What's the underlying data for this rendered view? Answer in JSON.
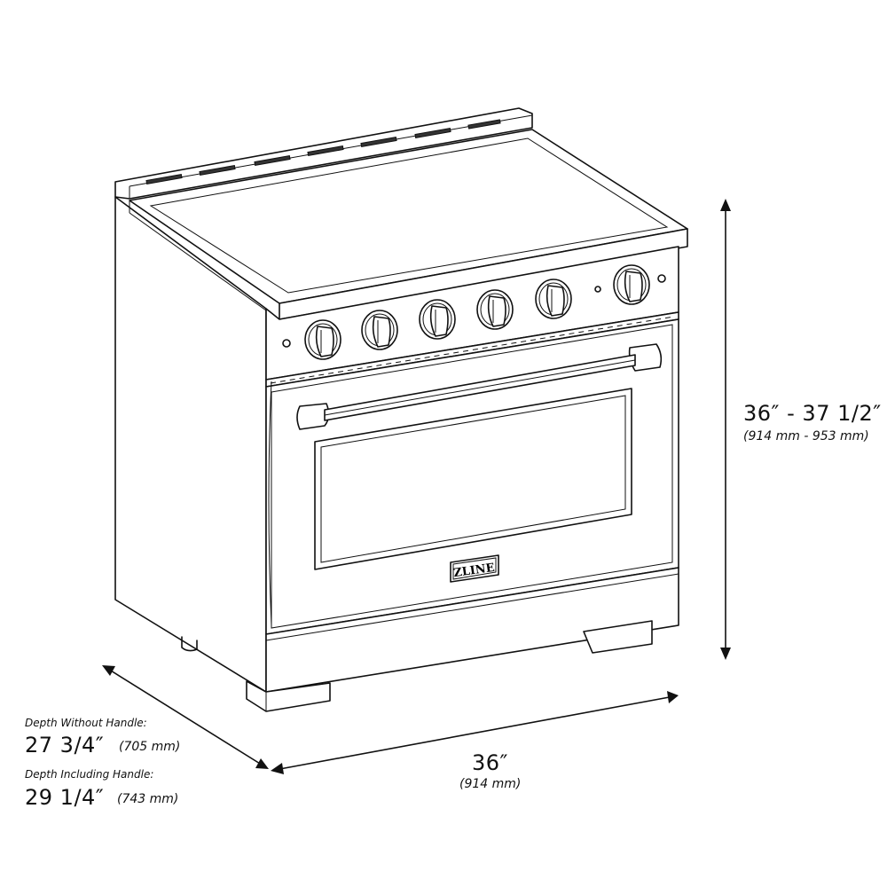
{
  "diagram": {
    "subject": "36 inch electric range line drawing with dimensions",
    "brand_badge": "ZLINE",
    "knob_count": 6,
    "indicator_lights": 3
  },
  "dimensions": {
    "height": {
      "imperial": "36″ - 37 1/2″",
      "metric": "(914 mm - 953 mm)"
    },
    "width": {
      "imperial": "36″",
      "metric": "(914 mm)"
    },
    "depth_without_handle": {
      "caption": "Depth Without Handle:",
      "imperial": "27 3/4″",
      "metric": "(705 mm)"
    },
    "depth_including_handle": {
      "caption": "Depth Including Handle:",
      "imperial": "29 1/4″",
      "metric": "(743 mm)"
    }
  },
  "colors": {
    "line": "#111111",
    "background": "#ffffff"
  }
}
